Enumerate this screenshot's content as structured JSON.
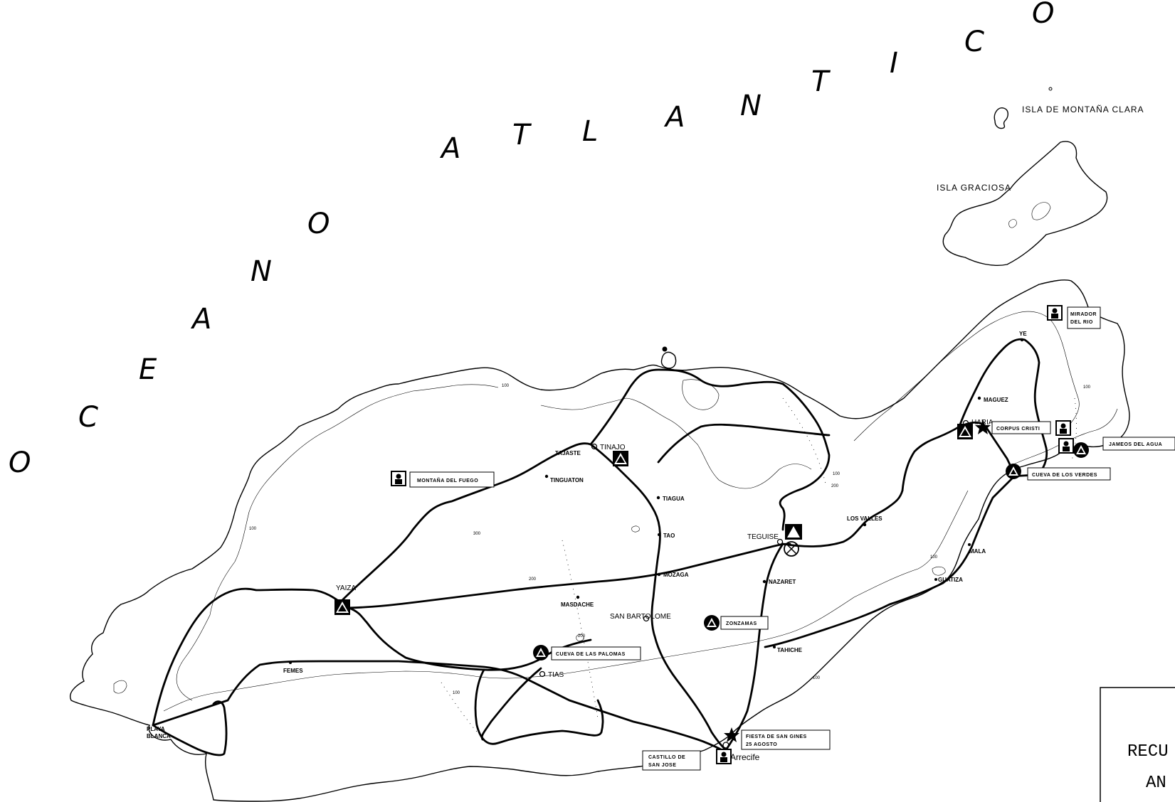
{
  "ocean_label_letters": [
    "O",
    "C",
    "E",
    "A",
    "N",
    "O",
    "A",
    "T",
    "L",
    "A",
    "N",
    "T",
    "I",
    "C",
    "O"
  ],
  "islands": {
    "montana_clara": "ISLA   DE  MONTAÑA CLARA",
    "graciosa": "ISLA  GRACIOSA"
  },
  "towns": {
    "tinajo": "TINAJO",
    "tajaste": "TAJASTE",
    "tinguaton": "TINGUATON",
    "tiagua": "TIAGUA",
    "tao": "TAO",
    "mozaga": "MOZAGA",
    "nazaret": "NAZARET",
    "teguise": "TEGUISE",
    "los_valles": "LOS VALLES",
    "mala": "MALA",
    "guatiza": "GUATIZA",
    "haria": "HARIA",
    "maguez": "MAGUEZ",
    "ye": "YE",
    "yaiza": "YAIZA",
    "masdache": "MASDACHE",
    "san_bartolome": "SAN BARTOLOME",
    "tias": "TIAS",
    "femes": "FEMES",
    "tahiche": "TAHICHE",
    "playa_blanca_1": "PLAYA",
    "playa_blanca_2": "BLANCA",
    "arrecife": "Arrecife"
  },
  "boxes": {
    "montana_fuego": "MONTAÑA  DEL  FUEGO",
    "mirador_1": "MIRADOR",
    "mirador_2": "DEL  RIO",
    "corpus_christi": "CORPUS  CRISTI",
    "jameos": "JAMEOS  DEL  AGUA",
    "cueva_verdes": "CUEVA  DE  LOS  VERDES",
    "zonzamas": "ZONZAMAS",
    "cueva_palomas": "CUEVA  DE  LAS  PALOMAS",
    "fiesta_1": "FIESTA  DE  SAN  GINES",
    "fiesta_2": "25  AGOSTO",
    "castillo_1": "CASTILLO   DE",
    "castillo_2": "SAN  JOSE"
  },
  "contour_labels": [
    "100",
    "300",
    "200",
    "200",
    "100",
    "100",
    "100",
    "200",
    "100",
    "100",
    "100"
  ],
  "legend": {
    "line1": "RECU",
    "line2": "AN"
  }
}
